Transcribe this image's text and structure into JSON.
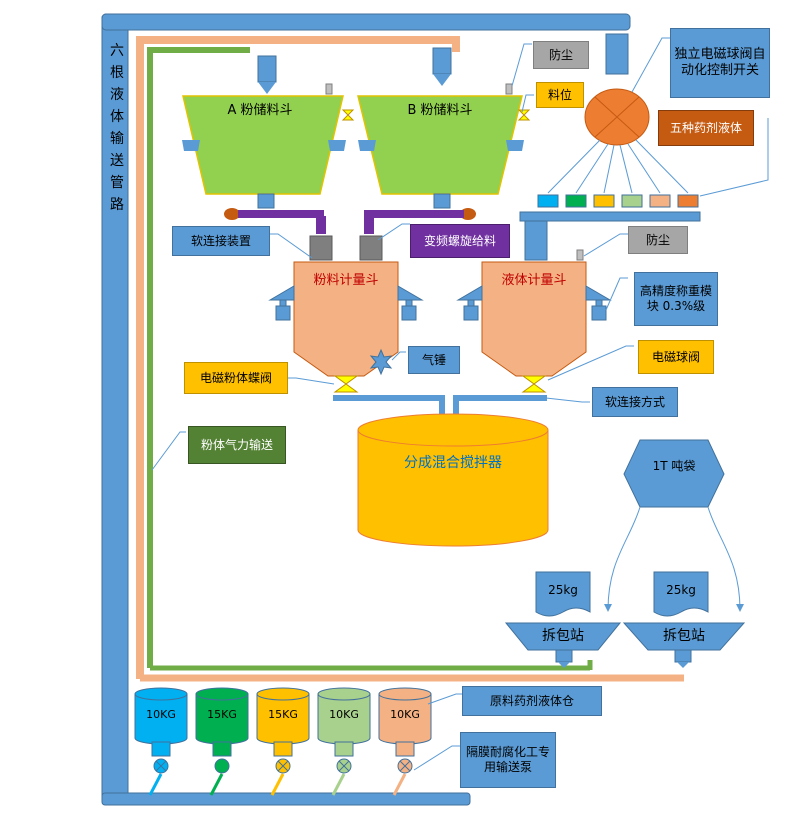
{
  "labels": {
    "six_pipelines": "六根液体输送管路",
    "dust_top": "防尘",
    "level": "料位",
    "valve_switch": "独立电磁球阀自动化控制开关",
    "five_liquids": "五种药剂液体",
    "hopper_a": "A 粉储料斗",
    "hopper_b": "B 粉储料斗",
    "soft_connect_device": "软连接装置",
    "screw_feed": "变频螺旋给料",
    "dust_mid": "防尘",
    "powder_meter": "粉料计量斗",
    "liquid_meter": "液体计量斗",
    "precision_weigh": "高精度称重模块 0.3%级",
    "air_hammer": "气锤",
    "em_ball_valve": "电磁球阀",
    "powder_butterfly": "电磁粉体蝶阀",
    "soft_connect_method": "软连接方式",
    "pneumatic_convey": "粉体气力输送",
    "mixer": "分成混合搅拌器",
    "ton_bag": "1T 吨袋",
    "bag_left": "25kg",
    "bag_right": "25kg",
    "unpack_left": "拆包站",
    "unpack_right": "拆包站",
    "raw_tank": "原料药剂液体仓",
    "pump": "隔膜耐腐化工专用输送泵"
  },
  "tanks": [
    {
      "label": "10KG",
      "color": "#00b0f0"
    },
    {
      "label": "15KG",
      "color": "#00b050"
    },
    {
      "label": "15KG",
      "color": "#ffc000"
    },
    {
      "label": "10KG",
      "color": "#a9d18e"
    },
    {
      "label": "10KG",
      "color": "#f4b183"
    }
  ],
  "colors": {
    "pipe_blue": "#5b9bd5",
    "hopper_green": "#92d050",
    "meter_salmon": "#f4b183",
    "mixer_yellow": "#ffc000",
    "valve_orange": "#ed7d31",
    "pipe_orange": "#f4b183",
    "pipe_green": "#70ad47",
    "screw_purple": "#7030a0",
    "brown": "#c55a11"
  }
}
